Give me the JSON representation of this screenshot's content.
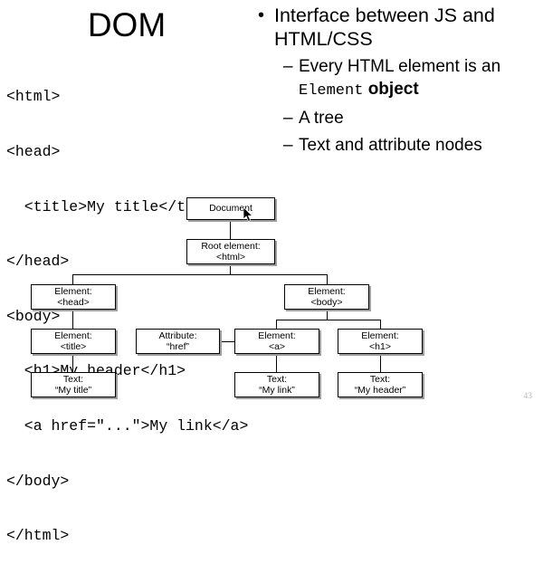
{
  "slide": {
    "title": "DOM",
    "number": "43"
  },
  "code": {
    "lines": [
      "<html>",
      "<head>",
      "  <title>My title</title>",
      "</head>",
      "<body>",
      "  <h1>My header</h1>",
      "  <a href=\"...\">My link</a>",
      "</body>",
      "</html>"
    ]
  },
  "bullets": {
    "level1_marker": "•",
    "level2_marker": "–",
    "main": "Interface between JS and HTML/CSS",
    "sub": [
      {
        "before": "Every HTML element is an ",
        "mono": "Element",
        "after": " object"
      },
      {
        "before": "A tree",
        "mono": "",
        "after": ""
      },
      {
        "before": "Text and attribute nodes",
        "mono": "",
        "after": ""
      }
    ]
  },
  "tree": {
    "nodes": {
      "document": {
        "line1": "Document",
        "line2": ""
      },
      "root": {
        "line1": "Root element:",
        "line2": "<html>"
      },
      "head": {
        "line1": "Element:",
        "line2": "<head>"
      },
      "body": {
        "line1": "Element:",
        "line2": "<body>"
      },
      "title": {
        "line1": "Element:",
        "line2": "<title>"
      },
      "attr_href": {
        "line1": "Attribute:",
        "line2": "“href”"
      },
      "anchor": {
        "line1": "Element:",
        "line2": "<a>"
      },
      "h1": {
        "line1": "Element:",
        "line2": "<h1>"
      },
      "text_title": {
        "line1": "Text:",
        "line2": "“My title”"
      },
      "text_link": {
        "line1": "Text:",
        "line2": "“My link”"
      },
      "text_header": {
        "line1": "Text:",
        "line2": "“My header”"
      }
    }
  },
  "colors": {
    "background": "#ffffff",
    "text": "#000000",
    "node_border": "#000000",
    "node_shadow": "#9d9d9d",
    "slide_number": "#b9b9b9"
  }
}
